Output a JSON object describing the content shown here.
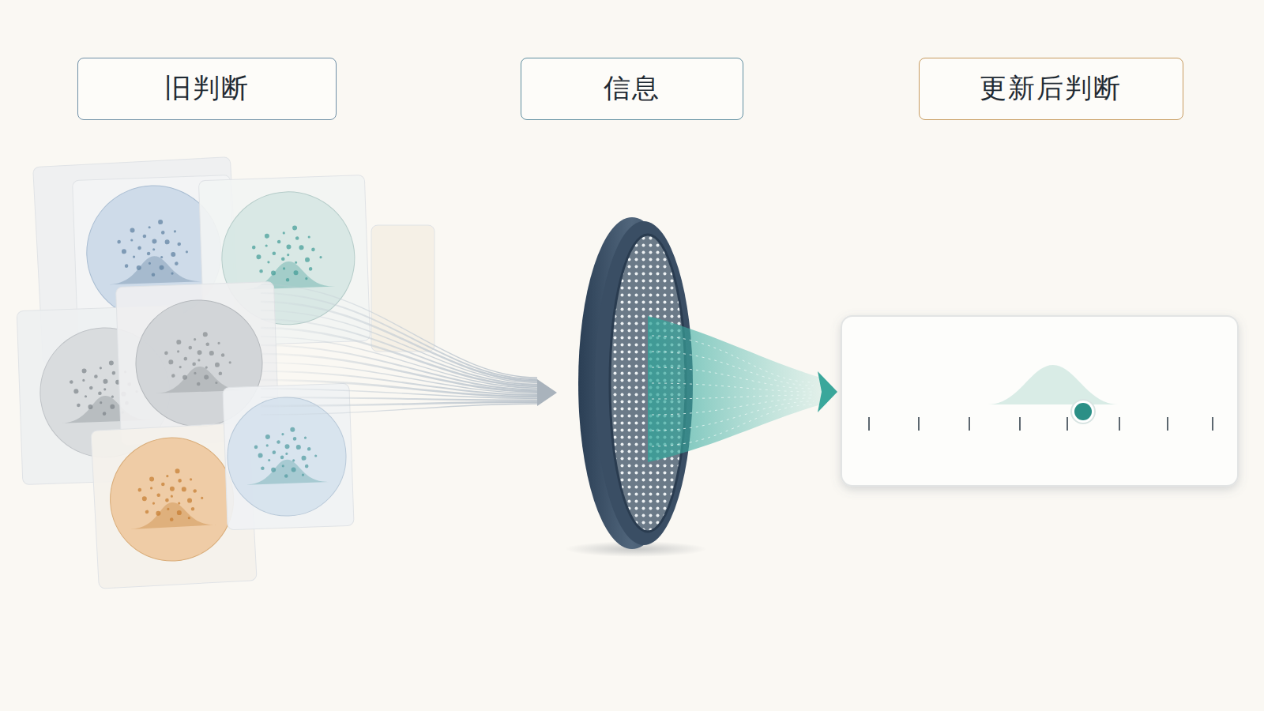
{
  "diagram": {
    "nodes": [
      {
        "text": [
          "旧判断"
        ]
      },
      {
        "text": [
          "信息"
        ]
      },
      {
        "text": [
          "更新后判断"
        ]
      }
    ]
  }
}
